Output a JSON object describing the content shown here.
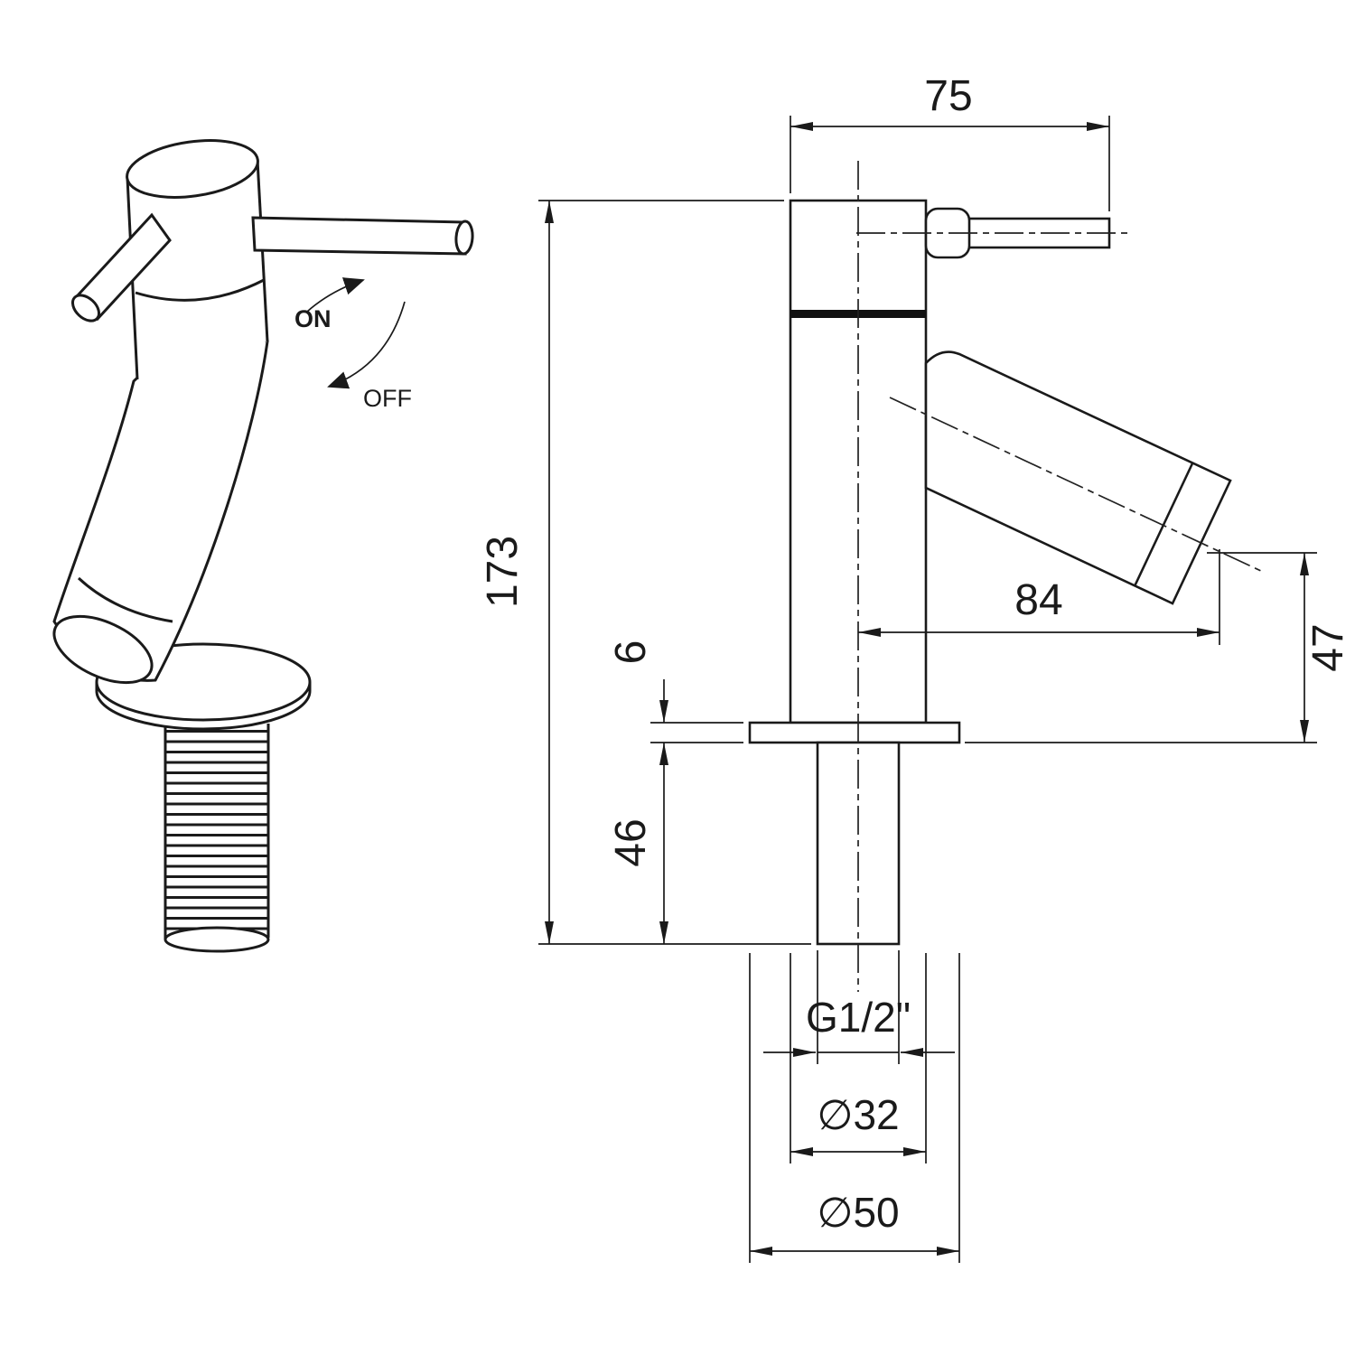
{
  "perspective_view": {
    "on_label": "ON",
    "off_label": "OFF"
  },
  "side_view": {
    "dim_top_width": "75",
    "dim_total_height": "173",
    "dim_deck_thickness": "6",
    "dim_shank_length": "46",
    "dim_spout_reach": "84",
    "dim_outlet_height": "47",
    "dim_thread": "G1/2\"",
    "dim_body_diameter": "∅32",
    "dim_base_diameter": "∅50"
  }
}
